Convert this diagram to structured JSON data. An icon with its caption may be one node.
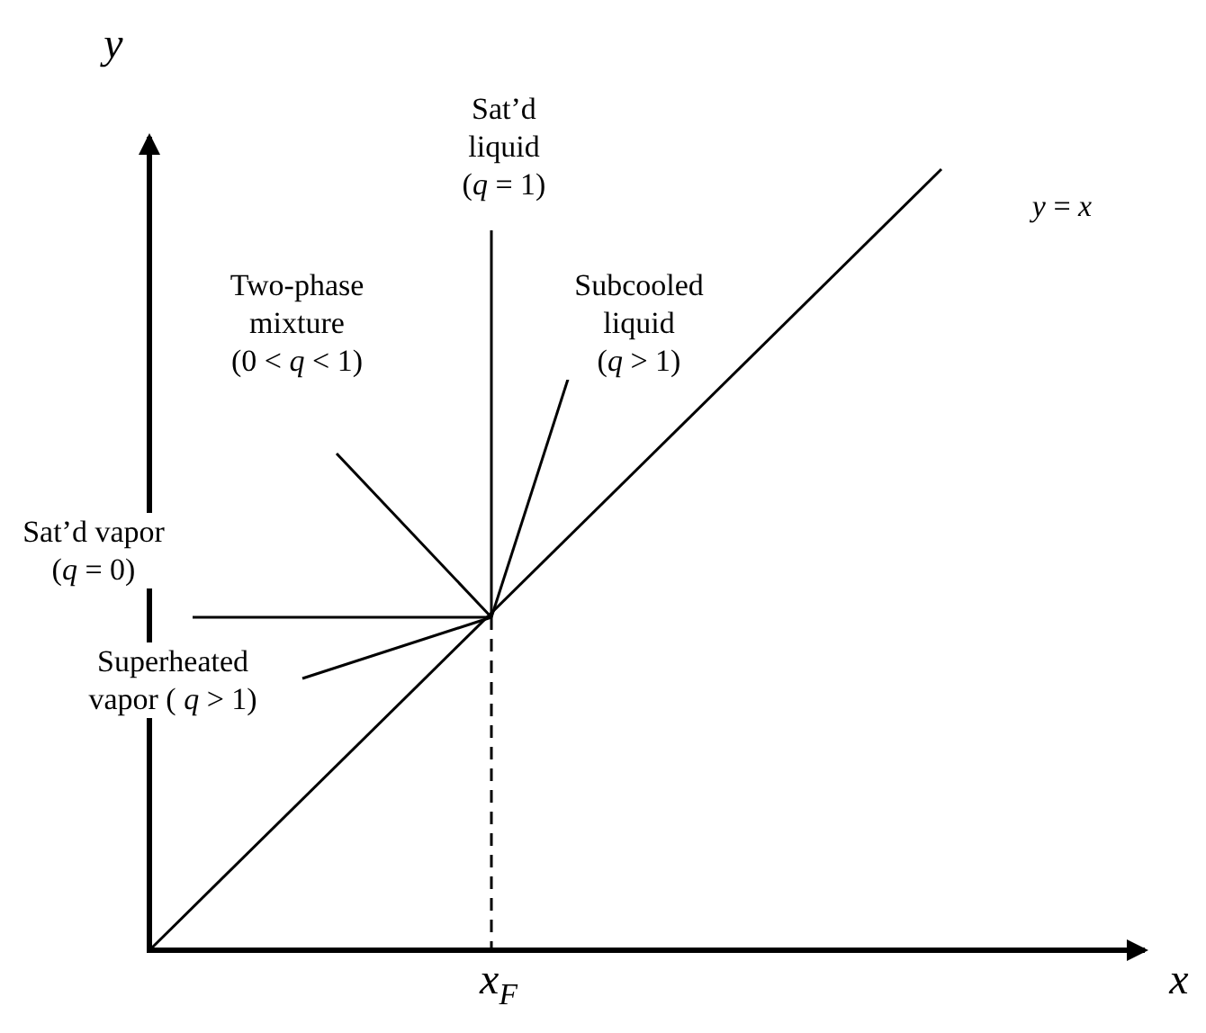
{
  "diagram": {
    "labels": [
      "y",
      "Sat’d liquid (*q* = 1)",
      "*y* = *x*",
      "Two-phase mixture (0 < *q* < 1)",
      "Subcooled liquid (*q* > 1)",
      "Sat’d vapor (*q* = 0)",
      "Superheated vapor ( *q* > 1)",
      "*x*$_{F}$",
      "x"
    ]
  }
}
